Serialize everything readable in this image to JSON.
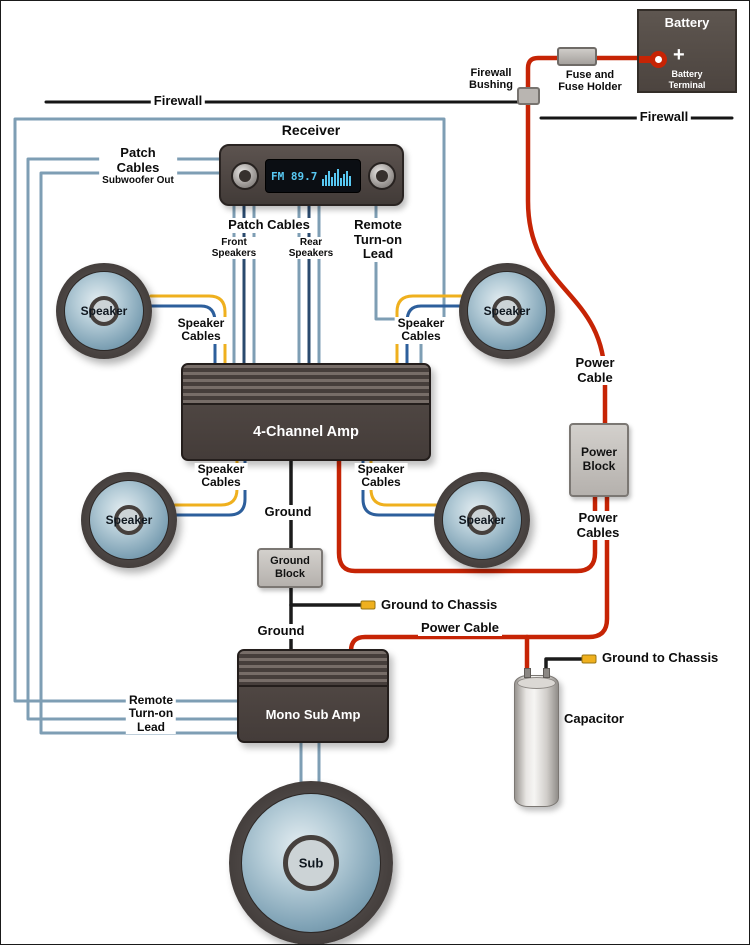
{
  "colors": {
    "power_wire": "#c62405",
    "ground_wire": "#1b1b1b",
    "remote_patch_wire": "#7e9eb4",
    "navy_wire": "#2a4a6e",
    "speaker_blue_wire": "#2d5f9c",
    "speaker_yellow_wire": "#efb01e",
    "amp_body": "#4a423e",
    "gray_block": "#c4c0bc",
    "battery_body": "#554d47",
    "display_text": "#58c8f2"
  },
  "battery": {
    "title": "Battery",
    "plus": "+",
    "terminal_line1": "Battery",
    "terminal_line2": "Terminal"
  },
  "fuse": {
    "line1": "Fuse and",
    "line2": "Fuse Holder"
  },
  "bushing": {
    "line1": "Firewall",
    "line2": "Bushing"
  },
  "firewall": {
    "left": "Firewall",
    "right": "Firewall"
  },
  "receiver": {
    "title": "Receiver",
    "display": "FM 89.7"
  },
  "patch_subwoofer": {
    "line1": "Patch",
    "line2": "Cables",
    "sub": "Subwoofer Out"
  },
  "patch_main": {
    "title": "Patch Cables",
    "front_line1": "Front",
    "front_line2": "Speakers",
    "rear_line1": "Rear",
    "rear_line2": "Speakers"
  },
  "remote_top": {
    "line1": "Remote",
    "line2": "Turn-on",
    "line3": "Lead"
  },
  "remote_bottom": {
    "line1": "Remote",
    "line2": "Turn-on",
    "line3": "Lead"
  },
  "speaker_front_left": "Speaker",
  "speaker_front_right": "Speaker",
  "speaker_rear_left": "Speaker",
  "speaker_rear_right": "Speaker",
  "speaker_cables_front_left": {
    "line1": "Speaker",
    "line2": "Cables"
  },
  "speaker_cables_front_right": {
    "line1": "Speaker",
    "line2": "Cables"
  },
  "speaker_cables_rear_left": {
    "line1": "Speaker",
    "line2": "Cables"
  },
  "speaker_cables_rear_right": {
    "line1": "Speaker",
    "line2": "Cables"
  },
  "amp_4ch": "4-Channel Amp",
  "power_cable_upper": {
    "line1": "Power",
    "line2": "Cable"
  },
  "power_block": {
    "line1": "Power",
    "line2": "Block"
  },
  "power_cables": {
    "line1": "Power",
    "line2": "Cables"
  },
  "ground_upper": "Ground",
  "ground_block": {
    "line1": "Ground",
    "line2": "Block"
  },
  "ground_chassis_mid": "Ground to Chassis",
  "ground_lower": "Ground",
  "power_cable_lower": "Power Cable",
  "amp_mono": "Mono Sub Amp",
  "capacitor": "Capacitor",
  "ground_chassis_right": "Ground to Chassis",
  "sub": "Sub"
}
